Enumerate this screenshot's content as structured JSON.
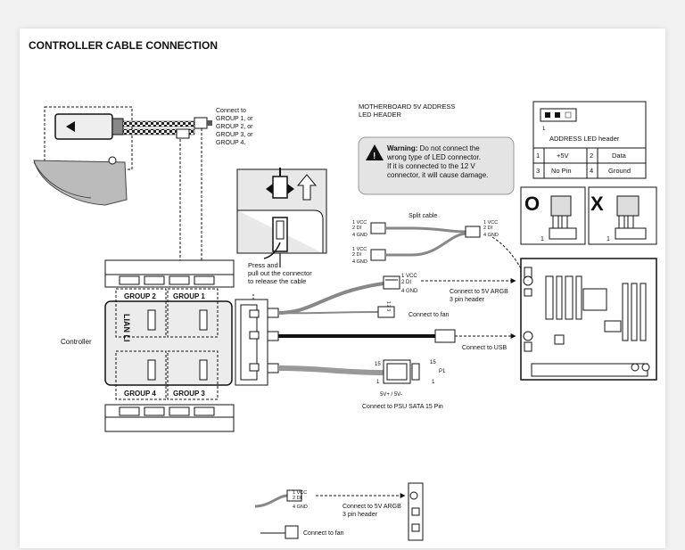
{
  "title": "CONTROLLER CABLE CONNECTION",
  "connect_groups": [
    "Connect to",
    "GROUP 1, or",
    "GROUP 2, or",
    "GROUP 3, or",
    "GROUP 4."
  ],
  "motherboard_header_label": [
    "MOTHERBOARD 5V ADDRESS",
    "LED HEADER"
  ],
  "warning": {
    "bold": "Warning:",
    "line1": " Do not connect the",
    "line2": "wrong type of LED connector.",
    "line3": "If it is connected to the 12 V",
    "line4": "connector, it will cause damage."
  },
  "address_led_table": {
    "pin_label": "1",
    "header_title": "ADDRESS LED header",
    "rows": [
      [
        "1",
        "+5V",
        "2",
        "Data"
      ],
      [
        "3",
        "No Pin",
        "4",
        "Ground"
      ]
    ]
  },
  "ok_symbol": "O",
  "ng_symbol": "X",
  "pin_one": "1",
  "press_instruction": [
    "Press and",
    "pull out the connector",
    "to release the cable"
  ],
  "split_cable": "Split cable",
  "pins": {
    "vcc": "1 VCC",
    "di": "2 DI",
    "gnd": "4 GND"
  },
  "fan_pins": "1 2 3",
  "controller_label": "Controller",
  "groups": [
    "GROUP 2",
    "GROUP 1",
    "GROUP 4",
    "GROUP 3"
  ],
  "brand": "LIAN LI",
  "connect_argb": [
    "Connect to 5V ARGB",
    "3 pin header"
  ],
  "connect_fan": "Connect to fan",
  "connect_usb": "Connect to USB",
  "sata": {
    "p1": "P1",
    "n15": "15",
    "n1": "1",
    "voltage": "5V+ / 5V-",
    "connect": "Connect  to PSU SATA 15 Pin"
  },
  "bottom": {
    "connect_argb": [
      "Connect to 5V ARGB",
      "3 pin header"
    ],
    "connect_fan": "Connect to fan"
  }
}
